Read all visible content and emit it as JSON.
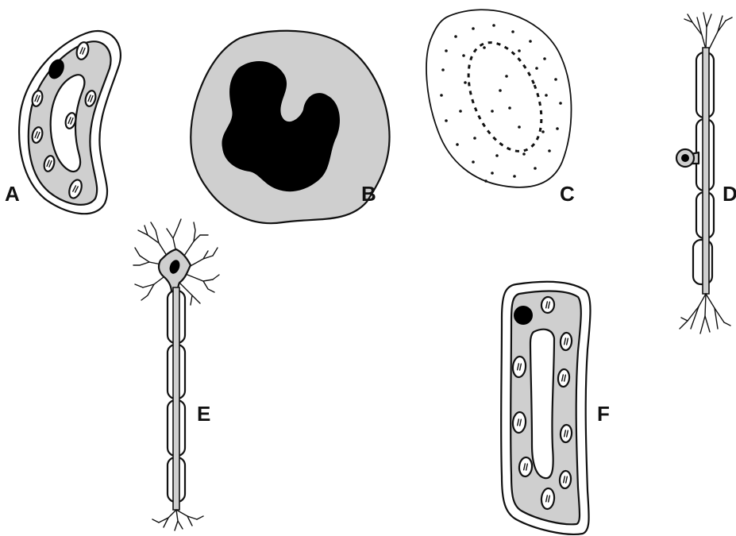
{
  "colors": {
    "cytoplasm": "#cfcfcf",
    "outline": "#111111",
    "nucleus": "#000000",
    "background": "#ffffff"
  },
  "cells": [
    {
      "id": "a",
      "label": "A",
      "shape": "curved-plant-cell-with-chloroplasts"
    },
    {
      "id": "b",
      "label": "B",
      "shape": "white-blood-cell-with-lobed-nucleus"
    },
    {
      "id": "c",
      "label": "C",
      "shape": "dotted-oval-cell"
    },
    {
      "id": "d",
      "label": "D",
      "shape": "nerve-cell-with-side-cell-body"
    },
    {
      "id": "e",
      "label": "E",
      "shape": "nerve-cell-with-branching-dendrites"
    },
    {
      "id": "f",
      "label": "F",
      "shape": "rectangular-plant-cell-with-chloroplasts"
    }
  ]
}
